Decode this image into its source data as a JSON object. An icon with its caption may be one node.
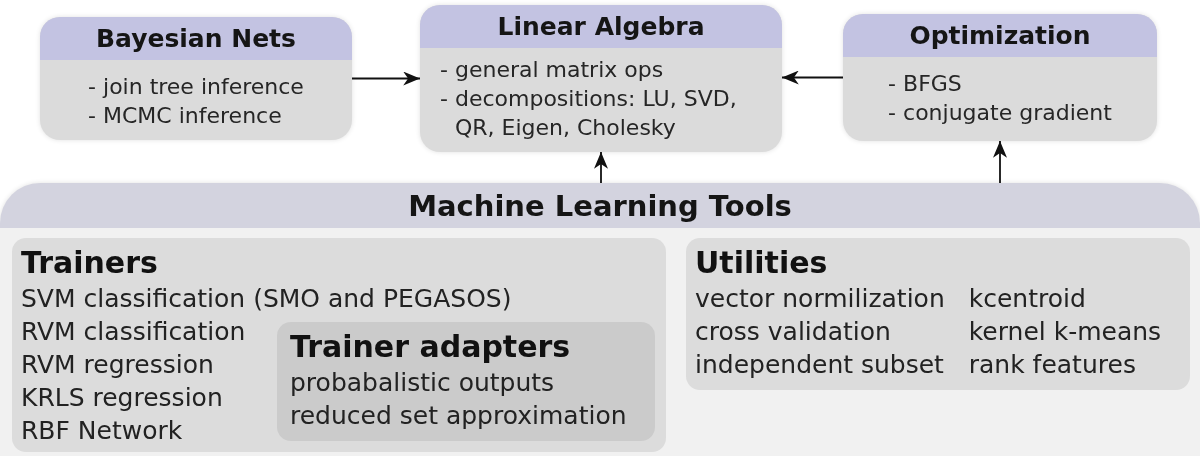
{
  "diagram": {
    "nodes": [
      {
        "text": [
          "Bayesian Nets",
          "- join tree inference",
          "- MCMC inference"
        ]
      },
      {
        "text": [
          "Linear Algebra",
          "- general matrix ops",
          "- decompositions: LU, SVD, QR, Eigen, Cholesky"
        ]
      },
      {
        "text": [
          "Optimization",
          "- BFGS",
          "- conjugate gradient"
        ]
      },
      {
        "text": [
          "Machine Learning Tools"
        ]
      },
      {
        "text": [
          "Trainers",
          "SVM classification (SMO and PEGASOS)",
          "RVM classification",
          "RVM regression",
          "KRLS regression",
          "RBF Network"
        ],
        "in": 3
      },
      {
        "text": [
          "Trainer adapters",
          "probabalistic outputs",
          "reduced set approximation"
        ],
        "in": 4
      },
      {
        "text": [
          "Utilities",
          "vector normilization",
          "cross validation",
          "independent subset",
          "kcentroid",
          "kernel k-means",
          "rank features"
        ],
        "in": 3
      }
    ],
    "edges": [
      {
        "from": 0,
        "to": 1,
        "arrow": "to"
      },
      {
        "from": 2,
        "to": 1,
        "arrow": "to"
      },
      {
        "from": 3,
        "to": 1,
        "arrow": "to"
      },
      {
        "from": 3,
        "to": 2,
        "arrow": "to"
      }
    ]
  }
}
